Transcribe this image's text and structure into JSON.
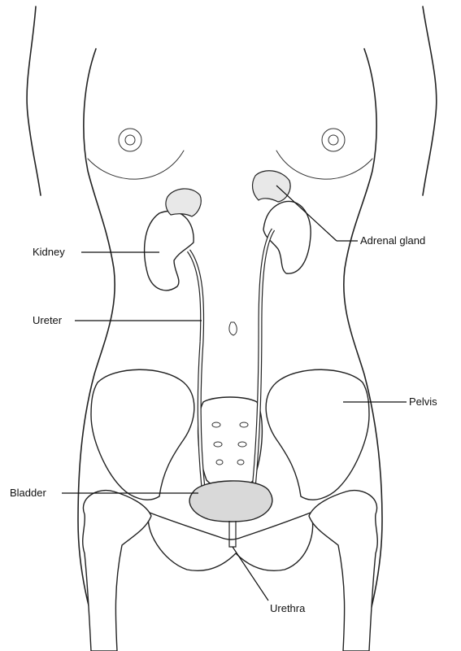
{
  "labels": {
    "kidney": "Kidney",
    "adrenal_gland": "Adrenal gland",
    "ureter": "Ureter",
    "pelvis": "Pelvis",
    "bladder": "Bladder",
    "urethra": "Urethra"
  },
  "colors": {
    "outline": "#222222",
    "bladder_fill": "#d9d9d9",
    "gland_fill": "#e8e8e8",
    "background": "#ffffff"
  }
}
